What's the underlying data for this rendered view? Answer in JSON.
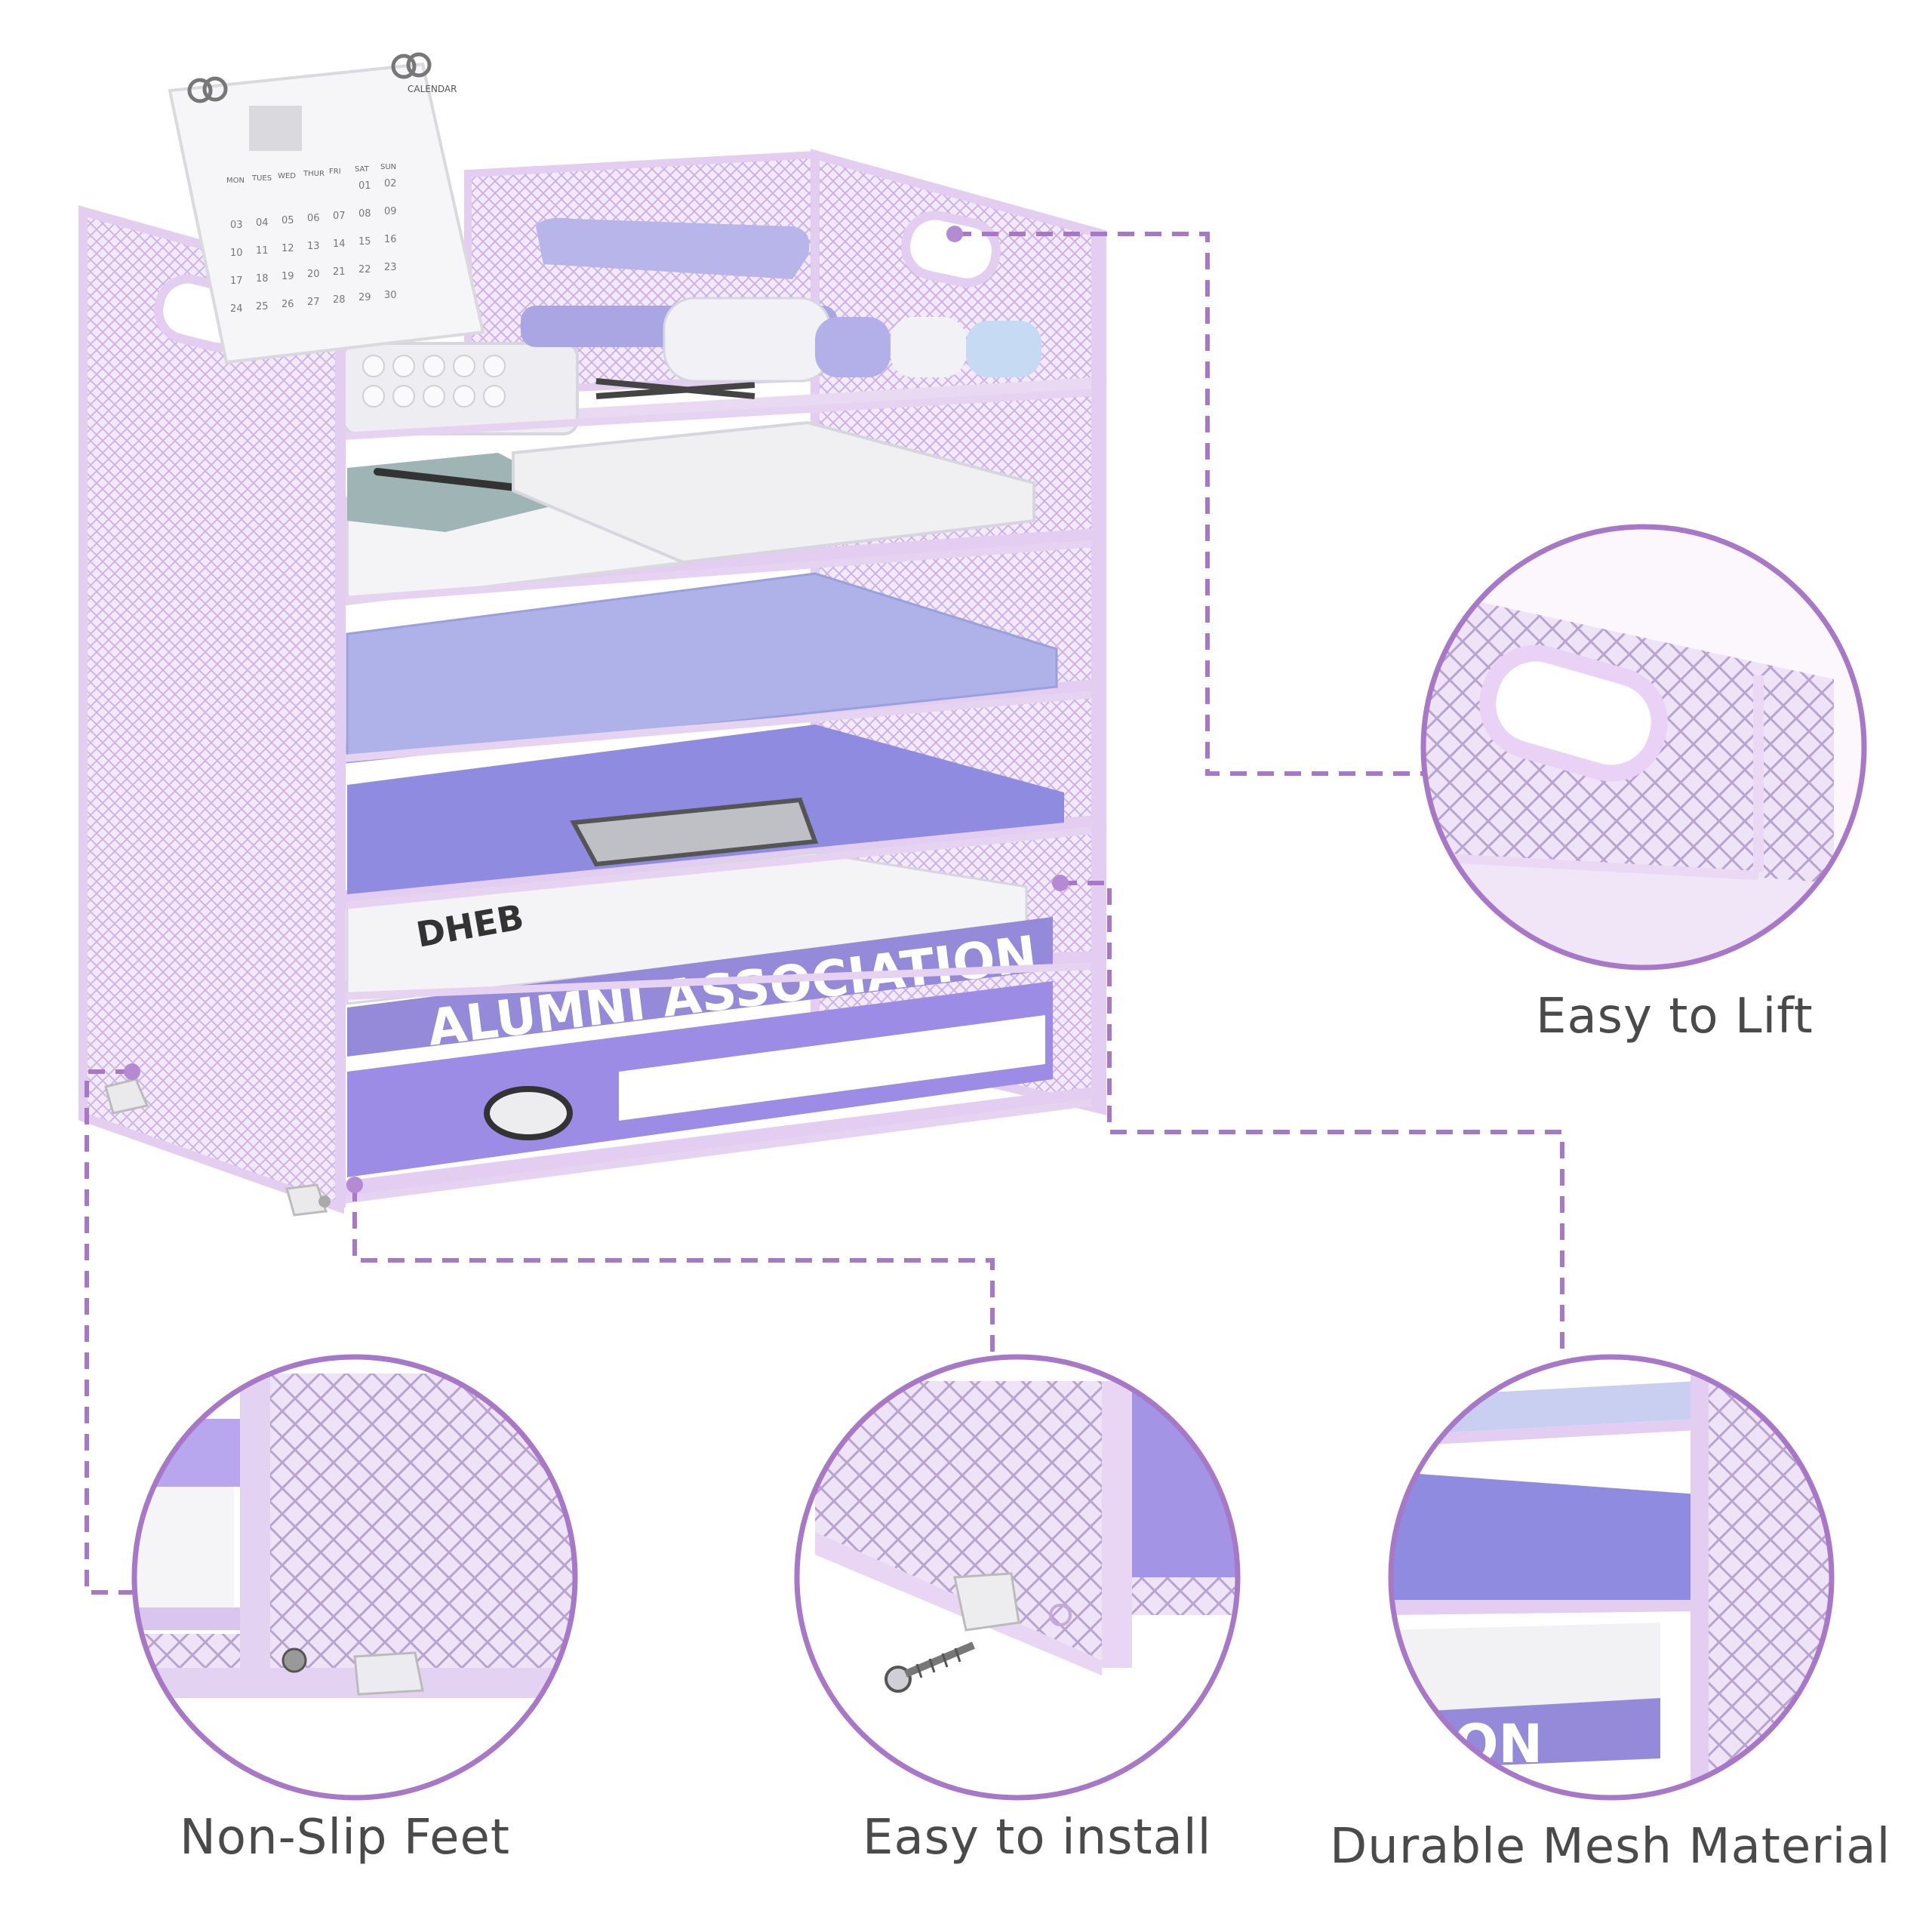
{
  "colors": {
    "accent": "#a878c8",
    "frame": "#e3cdf0",
    "mesh": "#d8c0ea",
    "folder": "#8f8be0",
    "binder": "#9c8ce6",
    "paper": "#f4f4f6",
    "caption": "#4a4a4a"
  },
  "product": {
    "spine_label": "ALUMNI ASSOCIATION",
    "book_cover_text": "DHEB",
    "calendar_label": "CALENDAR",
    "calendar_weekdays": [
      "MON",
      "TUES",
      "WED",
      "THUR",
      "FRI",
      "SAT",
      "SUN"
    ],
    "calendar_days": [
      "01",
      "02",
      "03",
      "04",
      "05",
      "06",
      "07",
      "08",
      "09",
      "10",
      "11",
      "12",
      "13",
      "14",
      "15",
      "16",
      "17",
      "18",
      "19",
      "20",
      "21",
      "22",
      "23",
      "24",
      "25",
      "26",
      "27",
      "28",
      "29",
      "30"
    ]
  },
  "features": {
    "lift": "Easy to Lift",
    "feet": "Non-Slip Feet",
    "install": "Easy to install",
    "mesh": "Durable Mesh Material",
    "mesh_zoom_text": "ION"
  }
}
